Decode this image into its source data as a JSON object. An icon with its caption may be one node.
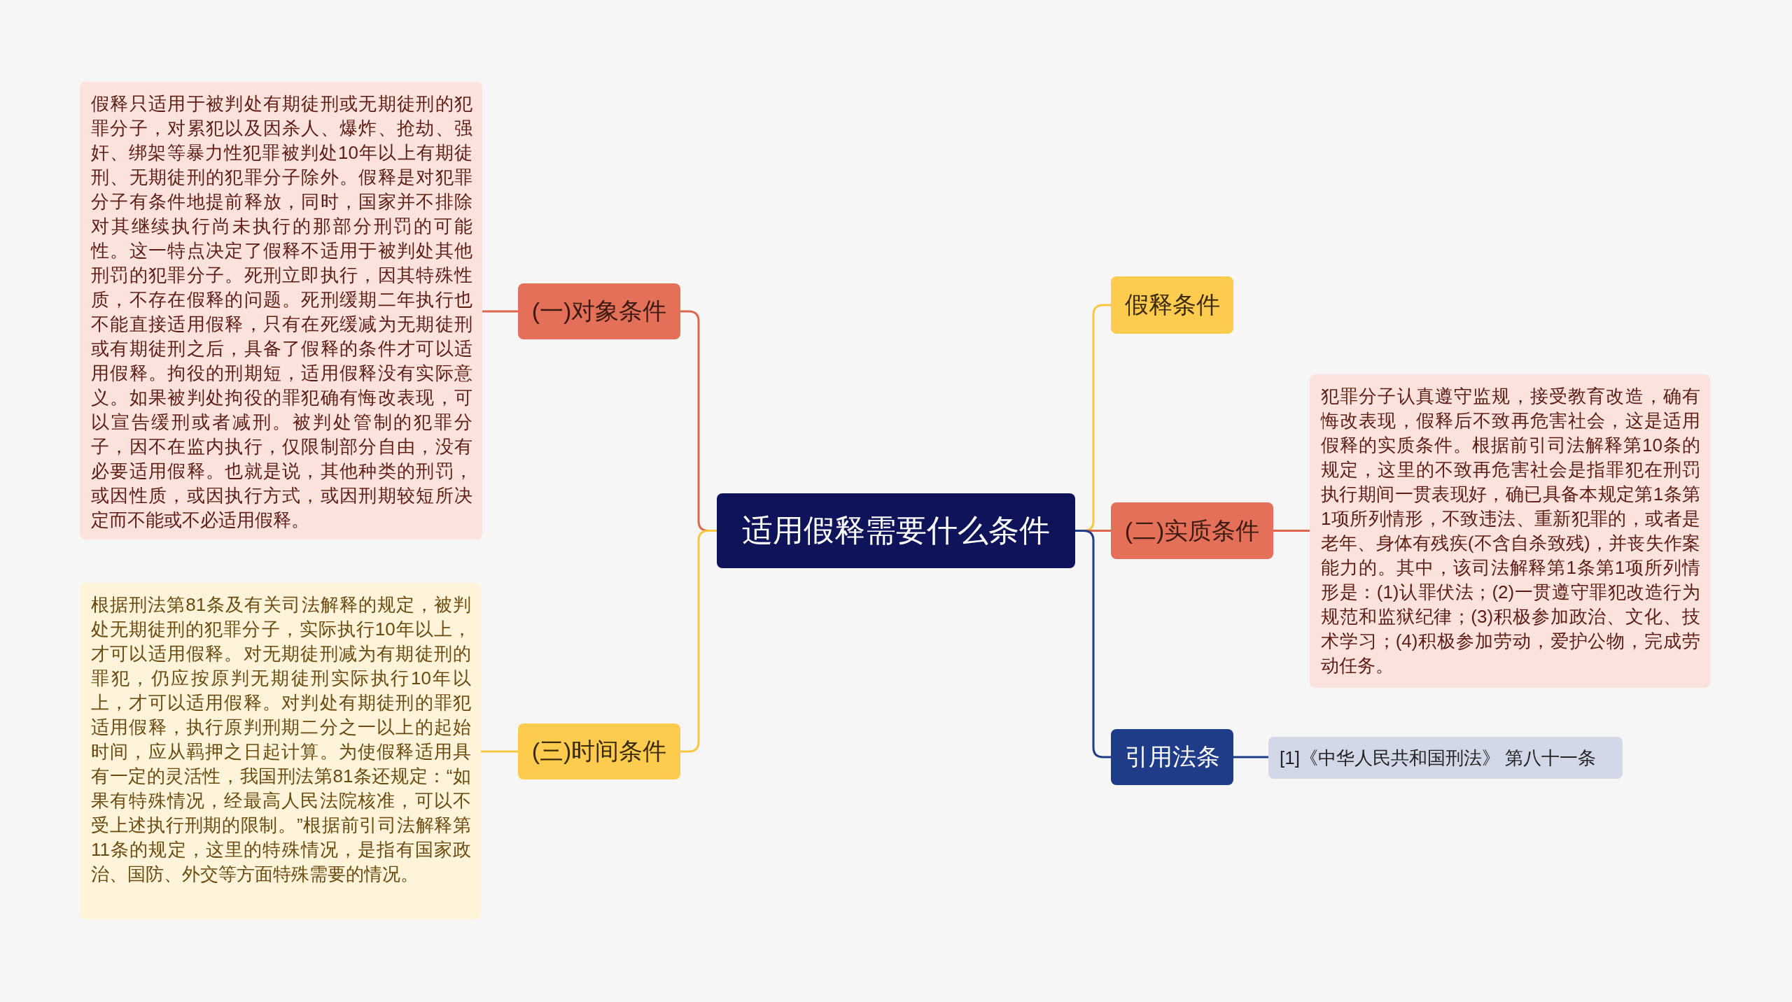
{
  "diagram": {
    "nodes": [
      {
        "text": [
          "适用假释需要什么条件"
        ]
      },
      {
        "text": [
          "(一)对象条件"
        ]
      },
      {
        "text": [
          "假释只适用于被判处有期徒刑或无期徒刑的犯罪分子，对累犯以及因杀人、爆炸、抢劫、强奸、绑架等暴力性犯罪被判处10年以上有期徒刑、无期徒刑的犯罪分子除外。假释是对犯罪分子有条件地提前释放，同时，国家并不排除对其继续执行尚未执行的那部分刑罚的可能性。这一特点决定了假释不适用于被判处其他刑罚的犯罪分子。死刑立即执行，因其特殊性质，不存在假释的问题。死刑缓期二年执行也不能直接适用假释，只有在死缓减为无期徒刑或有期徒刑之后，具备了假释的条件才可以适用假释。拘役的刑期短，适用假释没有实际意义。如果被判处拘役的罪犯确有悔改表现，可以宣告缓刑或者减刑。被判处管制的犯罪分子，因不在监内执行，仅限制部分自由，没有必要适用假释。也就是说，其他种类的刑罚，或因性质，或因执行方式，或因刑期较短所决定而不能或不必适用假释。"
        ]
      },
      {
        "text": [
          "(三)时间条件"
        ]
      },
      {
        "text": [
          "根据刑法第81条及有关司法解释的规定，被判处无期徒刑的犯罪分子，实际执行10年以上，才可以适用假释。对无期徒刑减为有期徒刑的罪犯，仍应按原判无期徒刑实际执行10年以上，才可以适用假释。对判处有期徒刑的罪犯适用假释，执行原判刑期二分之一以上的起始时间，应从羁押之日起计算。为使假释适用具有一定的灵活性，我国刑法第81条还规定：“如果有特殊情况，经最高人民法院核准，可以不受上述执行刑期的限制。”根据前引司法解释第11条的规定，这里的特殊情况，是指有国家政治、国防、外交等方面特殊需要的情况。"
        ]
      },
      {
        "text": [
          "假释条件"
        ]
      },
      {
        "text": [
          "(二)实质条件"
        ]
      },
      {
        "text": [
          "犯罪分子认真遵守监规，接受教育改造，确有悔改表现，假释后不致再危害社会，这是适用假释的实质条件。根据前引司法解释第10条的规定，这里的不致再危害社会是指罪犯在刑罚执行期间一贯表现好，确已具备本规定第1条第1项所列情形，不致违法、重新犯罪的，或者是老年、身体有残疾(不含自杀致残)，并丧失作案能力的。其中，该司法解释第1条第1项所列情形是：(1)认罪伏法；(2)一贯遵守罪犯改造行为规范和监狱纪律；(3)积极参加政治、文化、技术学习；(4)积极参加劳动，爱护公物，完成劳动任务。"
        ]
      },
      {
        "text": [
          "引用法条"
        ]
      },
      {
        "text": [
          "[1]《中华人民共和国刑法》 第八十一条"
        ]
      }
    ],
    "edges": [
      {
        "from": 0,
        "to": 1,
        "arrow": "none",
        "color": "#e0654f"
      },
      {
        "from": 1,
        "to": 2,
        "arrow": "none",
        "color": "#e0654f"
      },
      {
        "from": 0,
        "to": 3,
        "arrow": "none",
        "color": "#f7c744"
      },
      {
        "from": 3,
        "to": 4,
        "arrow": "none",
        "color": "#f7c744"
      },
      {
        "from": 0,
        "to": 5,
        "arrow": "none",
        "color": "#f7c744"
      },
      {
        "from": 0,
        "to": 6,
        "arrow": "none",
        "color": "#e0654f"
      },
      {
        "from": 6,
        "to": 7,
        "arrow": "none",
        "color": "#e0654f"
      },
      {
        "from": 0,
        "to": 8,
        "arrow": "none",
        "color": "#1f3c88"
      },
      {
        "from": 8,
        "to": 9,
        "arrow": "none",
        "color": "#1f3c88"
      }
    ]
  }
}
